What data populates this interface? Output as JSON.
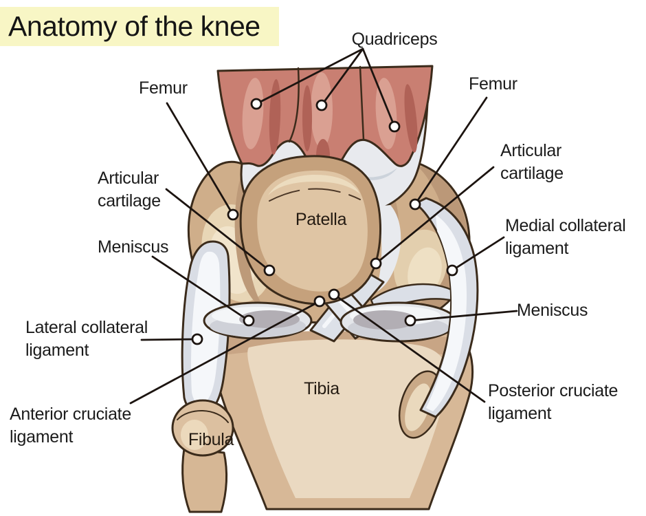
{
  "title": {
    "text": "Anatomy of the knee"
  },
  "labels": {
    "quadriceps": "Quadriceps",
    "femur_left": "Femur",
    "femur_right": "Femur",
    "articular_cartilage_left": "Articular cartilage",
    "articular_cartilage_right": "Articular cartilage",
    "medial_collateral_ligament": "Medial collateral ligament",
    "meniscus_left": "Meniscus",
    "meniscus_right": "Meniscus",
    "lateral_collateral_ligament": "Lateral collateral ligament",
    "anterior_cruciate_ligament": "Anterior cruciate ligament",
    "posterior_cruciate_ligament": "Posterior cruciate ligament",
    "patella": "Patella",
    "tibia": "Tibia",
    "fibula": "Fibula"
  },
  "colors": {
    "background": "#ffffff",
    "title_background": "#f8f6c5",
    "label_text": "#1b1b1b",
    "outline": "#3b2b1b",
    "callout_line": "#1c1410",
    "muscle": "#c97f72",
    "muscle_highlight": "#daa092",
    "muscle_shadow": "#b06257",
    "bone": "#cfae8a",
    "bone_light": "#e8d6b6",
    "bone_dark": "#bb9878",
    "tendon": "#e8eaee",
    "ligament": "#dbdfe7",
    "ligament_highlight": "#f5f7fa",
    "meniscus_inner": "#b2aeb4"
  }
}
